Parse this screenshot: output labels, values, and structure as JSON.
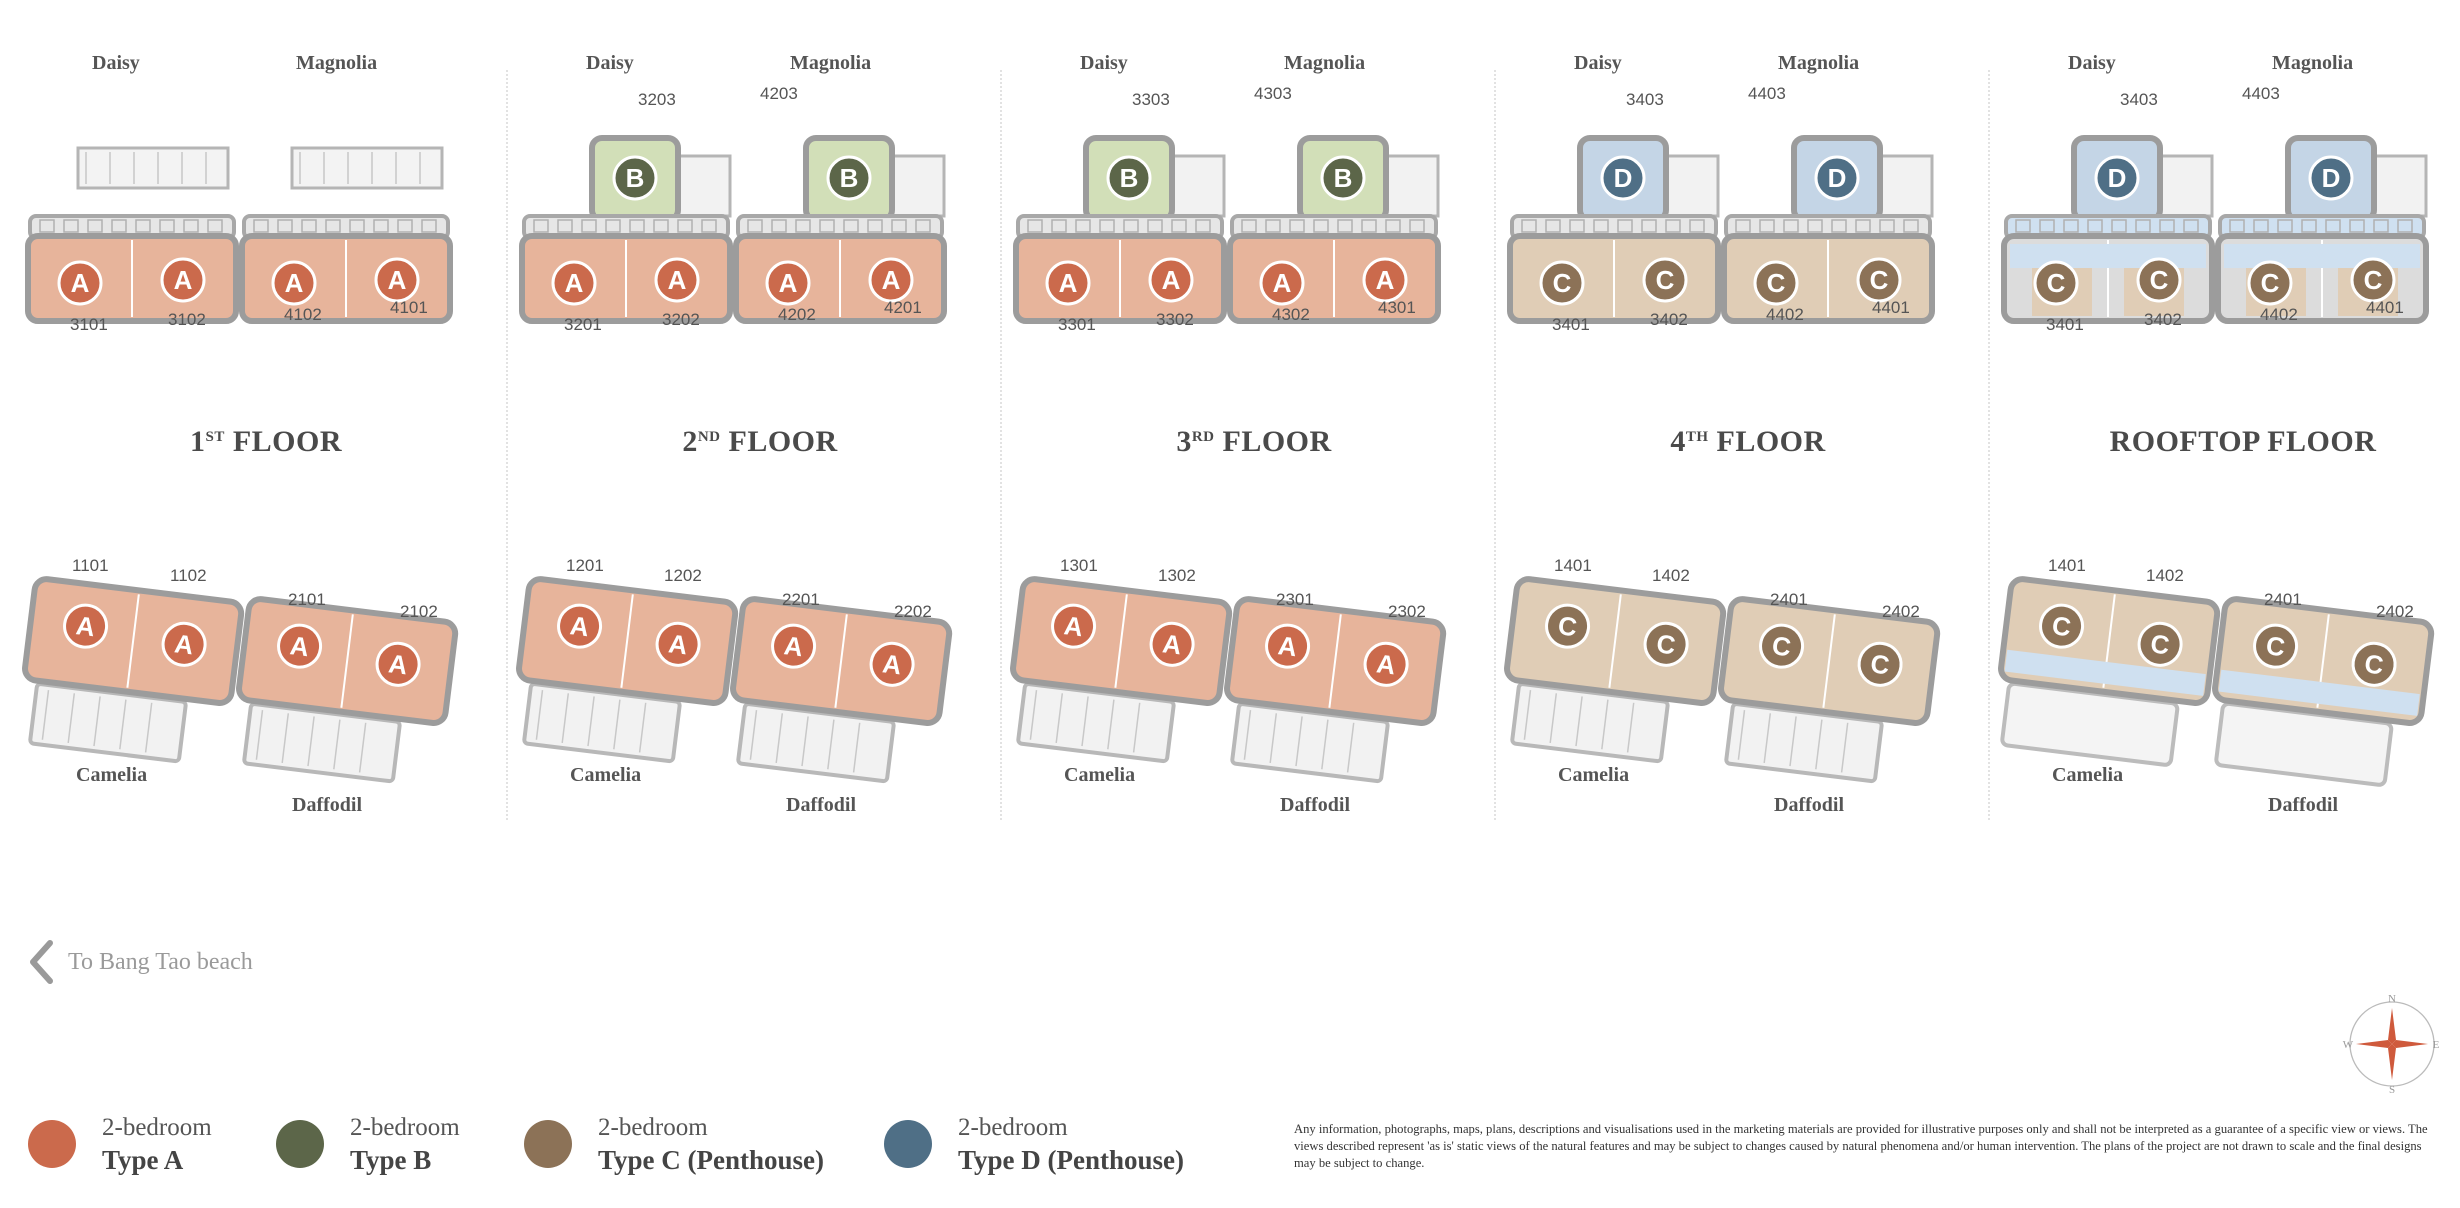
{
  "floors": [
    {
      "title": {
        "num": "1",
        "sup": "ST",
        "word": "FLOOR"
      },
      "top_buildings": [
        {
          "name": "Daisy",
          "units": [
            {
              "label": "3101",
              "type": "A"
            },
            {
              "label": "3102",
              "type": "A"
            }
          ],
          "upper": null
        },
        {
          "name": "Magnolia",
          "units": [
            {
              "label": "4102",
              "type": "A"
            },
            {
              "label": "4101",
              "type": "A"
            }
          ],
          "upper": null
        }
      ],
      "bottom_buildings": [
        {
          "name": "Camelia",
          "units": [
            {
              "label": "1101",
              "type": "A"
            },
            {
              "label": "1102",
              "type": "A"
            }
          ]
        },
        {
          "name": "Daffodil",
          "units": [
            {
              "label": "2101",
              "type": "A"
            },
            {
              "label": "2102",
              "type": "A"
            }
          ]
        }
      ]
    },
    {
      "title": {
        "num": "2",
        "sup": "ND",
        "word": "FLOOR"
      },
      "top_buildings": [
        {
          "name": "Daisy",
          "units": [
            {
              "label": "3201",
              "type": "A"
            },
            {
              "label": "3202",
              "type": "A"
            }
          ],
          "upper": {
            "label": "3203",
            "type": "B"
          }
        },
        {
          "name": "Magnolia",
          "units": [
            {
              "label": "4202",
              "type": "A"
            },
            {
              "label": "4201",
              "type": "A"
            }
          ],
          "upper": {
            "label": "4203",
            "type": "B"
          }
        }
      ],
      "bottom_buildings": [
        {
          "name": "Camelia",
          "units": [
            {
              "label": "1201",
              "type": "A"
            },
            {
              "label": "1202",
              "type": "A"
            }
          ]
        },
        {
          "name": "Daffodil",
          "units": [
            {
              "label": "2201",
              "type": "A"
            },
            {
              "label": "2202",
              "type": "A"
            }
          ]
        }
      ]
    },
    {
      "title": {
        "num": "3",
        "sup": "RD",
        "word": "FLOOR"
      },
      "top_buildings": [
        {
          "name": "Daisy",
          "units": [
            {
              "label": "3301",
              "type": "A"
            },
            {
              "label": "3302",
              "type": "A"
            }
          ],
          "upper": {
            "label": "3303",
            "type": "B"
          }
        },
        {
          "name": "Magnolia",
          "units": [
            {
              "label": "4302",
              "type": "A"
            },
            {
              "label": "4301",
              "type": "A"
            }
          ],
          "upper": {
            "label": "4303",
            "type": "B"
          }
        }
      ],
      "bottom_buildings": [
        {
          "name": "Camelia",
          "units": [
            {
              "label": "1301",
              "type": "A"
            },
            {
              "label": "1302",
              "type": "A"
            }
          ]
        },
        {
          "name": "Daffodil",
          "units": [
            {
              "label": "2301",
              "type": "A"
            },
            {
              "label": "2302",
              "type": "A"
            }
          ]
        }
      ]
    },
    {
      "title": {
        "num": "4",
        "sup": "TH",
        "word": "FLOOR"
      },
      "top_buildings": [
        {
          "name": "Daisy",
          "units": [
            {
              "label": "3401",
              "type": "C"
            },
            {
              "label": "3402",
              "type": "C"
            }
          ],
          "upper": {
            "label": "3403",
            "type": "D"
          }
        },
        {
          "name": "Magnolia",
          "units": [
            {
              "label": "4402",
              "type": "C"
            },
            {
              "label": "4401",
              "type": "C"
            }
          ],
          "upper": {
            "label": "4403",
            "type": "D"
          }
        }
      ],
      "bottom_buildings": [
        {
          "name": "Camelia",
          "units": [
            {
              "label": "1401",
              "type": "C"
            },
            {
              "label": "1402",
              "type": "C"
            }
          ]
        },
        {
          "name": "Daffodil",
          "units": [
            {
              "label": "2401",
              "type": "C"
            },
            {
              "label": "2402",
              "type": "C"
            }
          ]
        }
      ]
    },
    {
      "title": {
        "num": "",
        "sup": "",
        "word": "ROOFTOP FLOOR"
      },
      "top_buildings": [
        {
          "name": "Daisy",
          "units": [
            {
              "label": "3401",
              "type": "C"
            },
            {
              "label": "3402",
              "type": "C"
            }
          ],
          "upper": {
            "label": "3403",
            "type": "D"
          }
        },
        {
          "name": "Magnolia",
          "units": [
            {
              "label": "4402",
              "type": "C"
            },
            {
              "label": "4401",
              "type": "C"
            }
          ],
          "upper": {
            "label": "4403",
            "type": "D"
          }
        }
      ],
      "bottom_buildings": [
        {
          "name": "Camelia",
          "units": [
            {
              "label": "1401",
              "type": "C"
            },
            {
              "label": "1402",
              "type": "C"
            }
          ]
        },
        {
          "name": "Daffodil",
          "units": [
            {
              "label": "2401",
              "type": "C"
            },
            {
              "label": "2402",
              "type": "C"
            }
          ]
        }
      ]
    }
  ],
  "unit_types": {
    "A": {
      "fill": "#e7b49b",
      "badge": "#cb6a4c"
    },
    "B": {
      "fill": "#d2dfb8",
      "badge": "#5c6649"
    },
    "C": {
      "fill": "#e0cdb6",
      "badge": "#8c7257"
    },
    "D": {
      "fill": "#c4d5e6",
      "badge": "#4f6f86"
    }
  },
  "roof_pool_color": "#cfe0f0",
  "nav": {
    "label": "To Bang Tao beach",
    "icon": "chevron-left-icon"
  },
  "legend": [
    {
      "line1": "2-bedroom",
      "line2": "Type A",
      "color": "#cb6a4c"
    },
    {
      "line1": "2-bedroom",
      "line2": "Type B",
      "color": "#5c6649"
    },
    {
      "line1": "2-bedroom",
      "line2": "Type C (Penthouse)",
      "color": "#8c7257"
    },
    {
      "line1": "2-bedroom",
      "line2": "Type D (Penthouse)",
      "color": "#4f6f86"
    }
  ],
  "compass": {
    "n": "N",
    "e": "E",
    "s": "S",
    "w": "W",
    "icon": "compass-rose-icon"
  },
  "disclaimer": "Any information, photographs, maps, plans, descriptions and visualisations used in the marketing materials are provided for illustrative purposes only and shall not be interpreted as a guarantee of a specific view or views. The views described represent 'as is' static views of the natural features and may be subject to changes caused by natural phenomena and/or human intervention. The plans of the project are not drawn to scale and the final designs may be subject to change."
}
